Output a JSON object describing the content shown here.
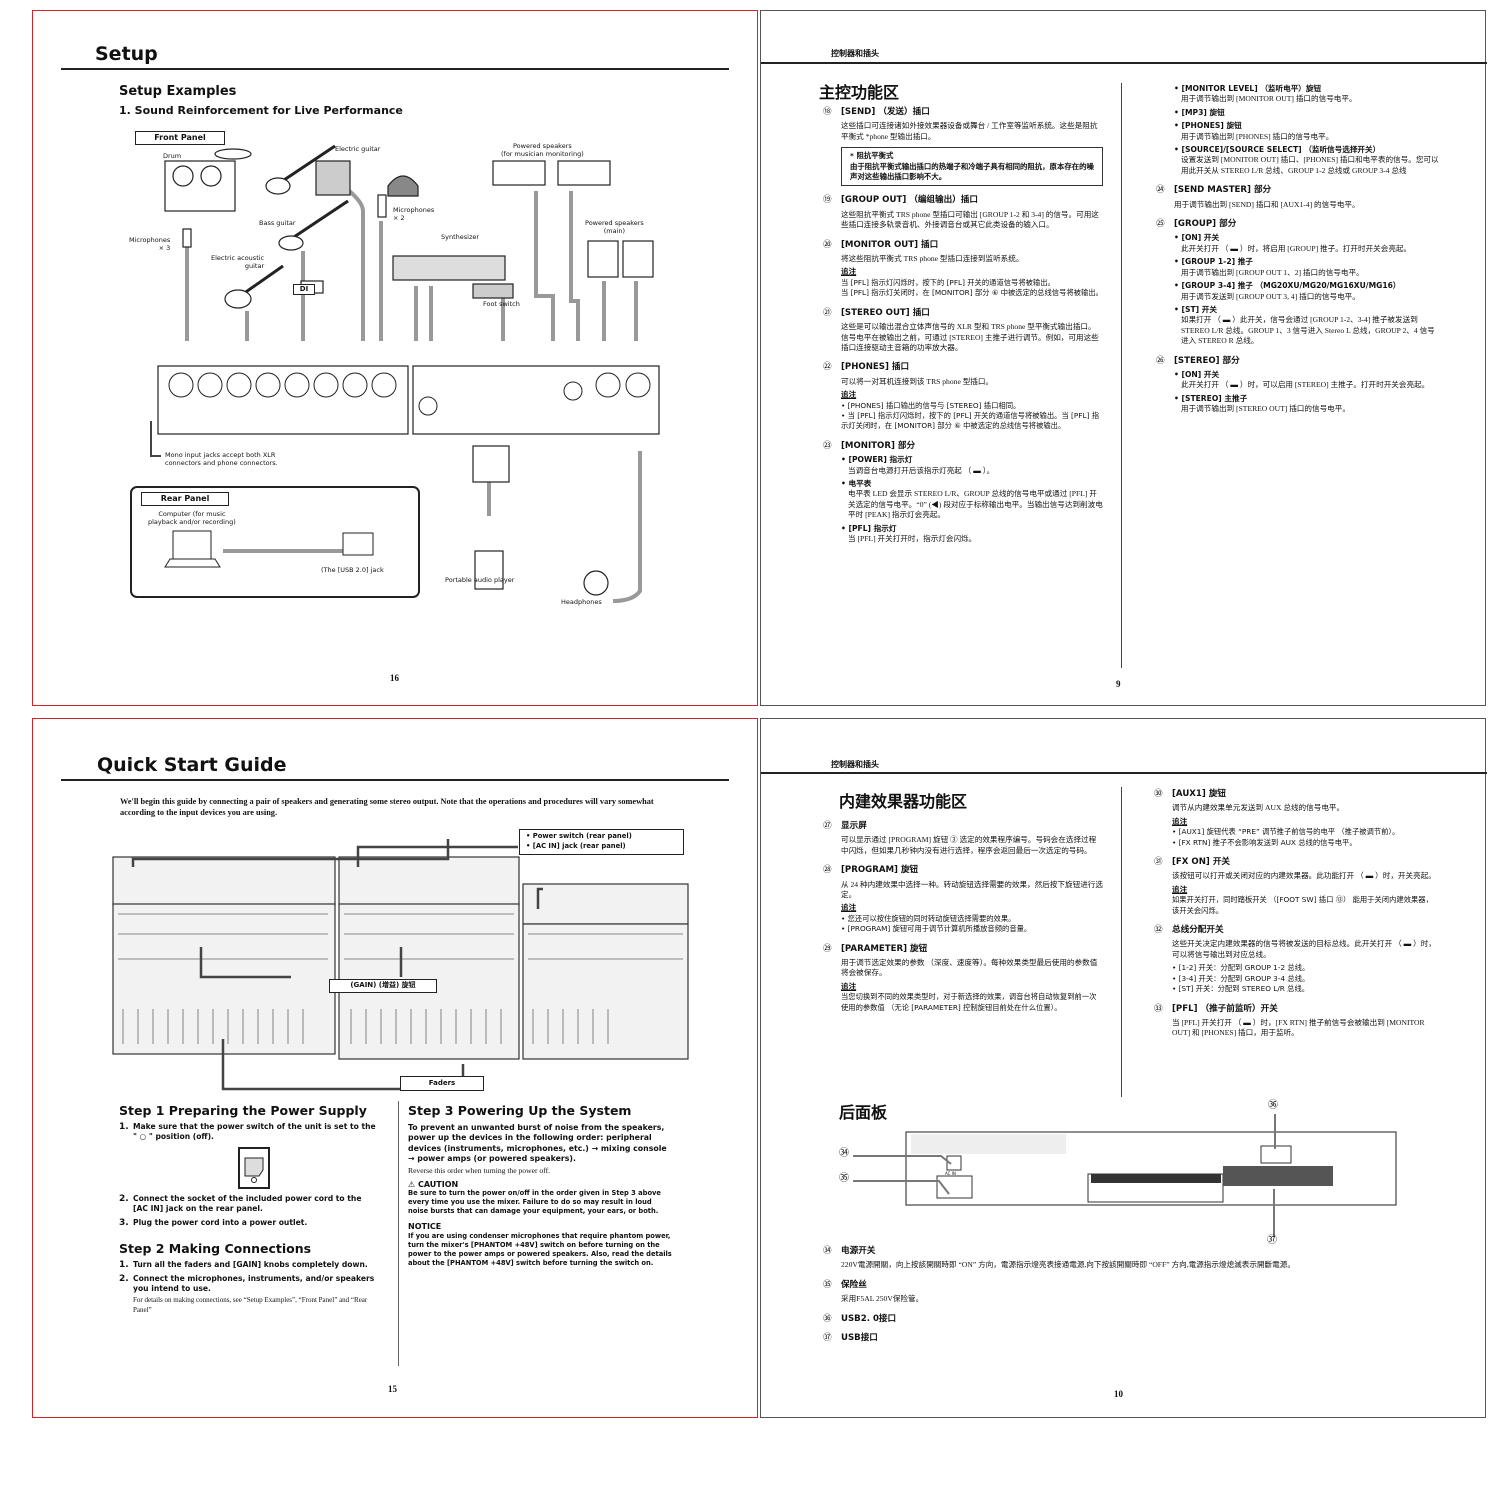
{
  "colors": {
    "page_border_left": "#d2232a",
    "page_border_right": "#555555"
  },
  "page16": {
    "header": "Setup",
    "subtitle": "Setup Examples",
    "example_title": "1. Sound Reinforcement for Live Performance",
    "front_panel": "Front Panel",
    "labels": {
      "drum": "Drum",
      "electric_guitar": "Electric guitar",
      "bass_guitar": "Bass guitar",
      "mics3": "Microphones\n× 3",
      "mics2": "Microphones\n× 2",
      "electric_acoustic": "Electric acoustic\nguitar",
      "di": "DI",
      "synth": "Synthesizer",
      "foot_switch": "Foot switch",
      "spk_monitor": "Powered speakers\n(for musician monitoring)",
      "spk_main": "Powered speakers\n(main)",
      "mono_note": "Mono input jacks accept both XLR\nconnectors and phone connectors.",
      "portable": "Portable audio player",
      "headphones": "Headphones"
    },
    "rear_panel": "Rear Panel",
    "computer": "Computer (for music\nplayback and/or recording)",
    "usb_jack": "(The [USB 2.0] jack",
    "page_number": "16"
  },
  "page9": {
    "header": "控制器和插头",
    "title": "主控功能区",
    "page_number": "9",
    "left": [
      {
        "num": "⑱",
        "title": "[SEND] （发送）插口",
        "blocks": [
          {
            "t": "p",
            "text": "这些插口可连接诸如外接效果器设备或舞台 / 工作室等监听系统。这些是阻抗平衡式 *phone 型输出插口。"
          },
          {
            "t": "box",
            "title": "* 阻抗平衡式",
            "text": "由于阻抗平衡式输出插口的热端子和冷端子具有相同的阻抗，原本存在的噪声对这些输出插口影响不大。"
          }
        ]
      },
      {
        "num": "⑲",
        "title": "[GROUP OUT] （编组输出）插口",
        "blocks": [
          {
            "t": "p",
            "text": "这些阻抗平衡式 TRS phone 型插口可输出 [GROUP 1-2 和 3-4] 的信号。可用这些插口连接多轨录音机、外接调音台或其它此类设备的输入口。"
          }
        ]
      },
      {
        "num": "⑳",
        "title": "[MONITOR OUT] 插口",
        "blocks": [
          {
            "t": "p",
            "text": "将这些阻抗平衡式 TRS phone 型插口连接到监听系统。"
          },
          {
            "t": "nl",
            "text": "追注"
          },
          {
            "t": "nt",
            "text": "当 [PFL] 指示灯闪烁时，按下的 [PFL] 开关的通道信号将被输出。"
          },
          {
            "t": "nt",
            "text": "当 [PFL] 指示灯关闭时，在 [MONITOR] 部分 ⑥ 中被选定的总线信号将被输出。"
          }
        ]
      },
      {
        "num": "㉑",
        "title": "[STEREO OUT] 插口",
        "blocks": [
          {
            "t": "p",
            "text": "这些是可以输出混合立体声信号的 XLR 型和 TRS phone 型平衡式输出插口。信号电平在被输出之前，可通过 [STEREO] 主推子进行调节。例如，可用这些插口连接驱动主音箱的功率放大器。"
          }
        ]
      },
      {
        "num": "㉒",
        "title": "[PHONES] 插口",
        "blocks": [
          {
            "t": "p",
            "text": "可以将一对耳机连接到该 TRS phone 型插口。"
          },
          {
            "t": "nl",
            "text": "追注"
          },
          {
            "t": "bb",
            "text": "[PHONES] 插口输出的信号与 [STEREO] 插口相同。"
          },
          {
            "t": "bb",
            "text": "当 [PFL] 指示灯闪烁时，按下的 [PFL] 开关的通道信号将被输出。当 [PFL] 指示灯关闭时，在 [MONITOR] 部分 ⑥ 中被选定的总线信号将被输出。"
          }
        ]
      },
      {
        "num": "㉓",
        "title": "[MONITOR] 部分",
        "blocks": [
          {
            "t": "bt",
            "text": "[POWER] 指示灯"
          },
          {
            "t": "p",
            "text": "当调音台电源打开后该指示灯亮起 （ ▬ ）。"
          },
          {
            "t": "bt",
            "text": "电平表"
          },
          {
            "t": "p",
            "text": "电平表 LED 会显示 STEREO L/R、GROUP 总线的信号电平或通过 [PFL] 开关选定的信号电平。“0” (◀) 段对应于标称输出电平。当输出信号达到削波电平时 [PEAK] 指示灯会亮起。"
          },
          {
            "t": "bt",
            "text": "[PFL] 指示灯"
          },
          {
            "t": "p",
            "text": "当 [PFL] 开关打开时，指示灯会闪烁。"
          }
        ]
      }
    ],
    "right": [
      {
        "num": "",
        "title": "",
        "blocks": [
          {
            "t": "bt",
            "text": "[MONITOR LEVEL] （监听电平）旋钮"
          },
          {
            "t": "p",
            "text": "用于调节输出到 [MONITOR OUT] 插口的信号电平。"
          },
          {
            "t": "bt",
            "text": "[MP3] 旋钮"
          },
          {
            "t": "bt",
            "text": "[PHONES] 旋钮"
          },
          {
            "t": "p",
            "text": "用于调节输出到 [PHONES] 插口的信号电平。"
          },
          {
            "t": "bt",
            "text": "[SOURCE]/[SOURCE SELECT] （监听信号选择开关）"
          },
          {
            "t": "p",
            "text": "设置发送到 [MONITOR OUT] 插口、[PHONES] 插口和电平表的信号。您可以用此开关从 STEREO L/R 总线、GROUP 1-2 总线或 GROUP 3-4 总线"
          }
        ]
      },
      {
        "num": "㉔",
        "title": "[SEND MASTER] 部分",
        "blocks": [
          {
            "t": "p",
            "text": "用于调节输出到 [SEND] 插口和 [AUX1-4] 的信号电平。"
          }
        ]
      },
      {
        "num": "㉕",
        "title": "[GROUP] 部分",
        "blocks": [
          {
            "t": "bt",
            "text": "[ON] 开关"
          },
          {
            "t": "p",
            "text": "此开关打开 （ ▬ ）时，将启用 [GROUP] 推子。打开时开关会亮起。"
          },
          {
            "t": "bt",
            "text": "[GROUP 1-2] 推子"
          },
          {
            "t": "p",
            "text": "用于调节输出到 [GROUP OUT 1、2] 插口的信号电平。"
          },
          {
            "t": "bt",
            "text": "[GROUP 3-4] 推子 （MG20XU/MG20/MG16XU/MG16）"
          },
          {
            "t": "p",
            "text": "用于调节发送到 [GROUP OUT 3, 4] 插口的信号电平。"
          },
          {
            "t": "bt",
            "text": "[ST] 开关"
          },
          {
            "t": "p",
            "text": "如果打开 （ ▬ ）此开关，信号会通过 [GROUP 1-2、3-4] 推子被发送到 STEREO L/R 总线。GROUP 1、3 信号进入 Stereo L 总线，GROUP 2、4 信号进入 STEREO R 总线。"
          }
        ]
      },
      {
        "num": "㉖",
        "title": "[STEREO] 部分",
        "blocks": [
          {
            "t": "bt",
            "text": "[ON] 开关"
          },
          {
            "t": "p",
            "text": "此开关打开 （ ▬ ）时，可以启用 [STEREO] 主推子。打开时开关会亮起。"
          },
          {
            "t": "bt",
            "text": "[STEREO] 主推子"
          },
          {
            "t": "p",
            "text": "用于调节输出到 [STEREO OUT] 插口的信号电平。"
          }
        ]
      }
    ]
  },
  "page15": {
    "header": "Quick Start Guide",
    "intro": "We'll begin this guide by connecting a pair of speakers and generating some stereo output. Note that the operations and procedures will vary somewhat according to the input devices you are using.",
    "callouts": {
      "power": "• Power switch (rear panel)",
      "acin": "• [AC IN] jack (rear panel)",
      "gain": "(GAIN) (增益) 旋钮",
      "faders": "Faders"
    },
    "step1": {
      "title": "Step 1  Preparing the Power Supply",
      "items": [
        "Make sure that the power switch of the unit is set to the \" ○ \" position (off).",
        "Connect the socket of the included power cord to the [AC IN] jack on the rear panel.",
        "Plug the power cord into a power outlet."
      ]
    },
    "step2": {
      "title": "Step 2  Making Connections",
      "items": [
        "Turn all the faders and [GAIN] knobs completely down.",
        "Connect the microphones, instruments, and/or speakers you intend to use."
      ],
      "detail": "For details on making connections, see “Setup Examples”, “Front Panel” and “Rear Panel”"
    },
    "step3": {
      "title": "Step 3  Powering Up the System",
      "body": "To prevent an unwanted burst of noise from the speakers, power up the devices in the following order: peripheral devices (instruments, microphones, etc.) → mixing console → power amps (or powered speakers).",
      "reverse": "Reverse this order when turning the power off.",
      "caution_title": "⚠ CAUTION",
      "caution": "Be sure to turn the power on/off in the order given in Step 3 above every time you use the mixer. Failure to do so may result in loud noise bursts that can damage your equipment, your ears, or both.",
      "notice_title": "NOTICE",
      "notice": "If you are using condenser microphones that require phantom power, turn the mixer's [PHANTOM +48V] switch on before turning on the power to the power amps or powered speakers. Also, read the details about the [PHANTOM +48V] switch before turning the switch on."
    },
    "page_number": "15"
  },
  "page10": {
    "header": "控制器和插头",
    "title": "内建效果器功能区",
    "left": [
      {
        "num": "㉗",
        "title": "显示屏",
        "blocks": [
          {
            "t": "p",
            "text": "可以显示通过 [PROGRAM] 旋钮 ③ 选定的效果程序编号。号码会在选择过程中闪烁，但如果几秒钟内没有进行选择，程序会返回最后一次选定的号码。"
          }
        ]
      },
      {
        "num": "㉘",
        "title": "[PROGRAM] 旋钮",
        "blocks": [
          {
            "t": "p",
            "text": "从 24 种内建效果中选择一种。转动旋钮选择需要的效果，然后按下旋钮进行选定。"
          },
          {
            "t": "nl",
            "text": "追注"
          },
          {
            "t": "bb",
            "text": "您还可以按住旋钮的同时转动旋钮选择需要的效果。"
          },
          {
            "t": "bb",
            "text": "[PROGRAM] 旋钮可用于调节计算机所播放音频的音量。"
          }
        ]
      },
      {
        "num": "㉙",
        "title": "[PARAMETER] 旋钮",
        "blocks": [
          {
            "t": "p",
            "text": "用于调节选定效果的参数 （深度、速度等）。每种效果类型最后使用的参数值将会被保存。"
          },
          {
            "t": "nl",
            "text": "追注"
          },
          {
            "t": "nt",
            "text": "当您切换到不同的效果类型时，对于新选择的效果，调音台将自动恢复到前一次使用的参数值 （无论 [PARAMETER] 控制旋钮目前处在什么位置）。"
          }
        ]
      }
    ],
    "right": [
      {
        "num": "㉚",
        "title": "[AUX1] 旋钮",
        "blocks": [
          {
            "t": "p",
            "text": "调节从内建效果单元发送到 AUX 总线的信号电平。"
          },
          {
            "t": "nl",
            "text": "追注"
          },
          {
            "t": "bb",
            "text": "[AUX1] 旋钮代表 “PRE” 调节推子前信号的电平 （推子被调节前）。"
          },
          {
            "t": "bb",
            "text": "[FX RTN] 推子不会影响发送到 AUX 总线的信号电平。"
          }
        ]
      },
      {
        "num": "㉛",
        "title": "[FX ON] 开关",
        "blocks": [
          {
            "t": "p",
            "text": "该按钮可以打开或关闭对应的内建效果器。此功能打开 （ ▬ ）时，开关亮起。"
          },
          {
            "t": "nl",
            "text": "追注"
          },
          {
            "t": "nt",
            "text": "如果开关打开，同时踏板开关 （[FOOT SW] 插口 ⑬） 能用于关闭内建效果器，该开关会闪烁。"
          }
        ]
      },
      {
        "num": "㉜",
        "title": "总线分配开关",
        "blocks": [
          {
            "t": "p",
            "text": "这些开关决定内建效果器的信号将被发送的目标总线。此开关打开 （ ▬ ）时，可以将信号输出到对应总线。"
          },
          {
            "t": "bb",
            "text": "[1-2] 开关：分配到 GROUP 1-2 总线。"
          },
          {
            "t": "bb",
            "text": "[3-4] 开关：分配到 GROUP 3-4 总线。"
          },
          {
            "t": "bb",
            "text": "[ST] 开关：分配到 STEREO L/R 总线。"
          }
        ]
      },
      {
        "num": "㉝",
        "title": "[PFL] （推子前监听）开关",
        "blocks": [
          {
            "t": "p",
            "text": "当 [PFL] 开关打开 （ ▬ ）时，[FX RTN] 推子前信号会被输出到 [MONITOR OUT] 和 [PHONES] 插口，用于监听。"
          }
        ]
      }
    ],
    "rear_title": "后面板",
    "rear_callouts": [
      "㉞",
      "㉟",
      "㊱",
      "㊲"
    ],
    "ac_in": "AC IN",
    "bottom": [
      {
        "num": "㉞",
        "title": "电源开关",
        "blocks": [
          {
            "t": "p",
            "text": "220V電源開關，向上按該開關時即 “ON” 方向，電源指示燈亮表接通電源,向下按該開關時即 “OFF” 方向,電源指示燈熄滅表示開斷電源。"
          }
        ]
      },
      {
        "num": "㉟",
        "title": "保险丝",
        "blocks": [
          {
            "t": "p",
            "text": "采用F5AL 250V保险管。"
          }
        ]
      },
      {
        "num": "㊱",
        "title": "USB2. 0接口",
        "blocks": []
      },
      {
        "num": "㊲",
        "title": "USB接口",
        "blocks": []
      }
    ],
    "page_number": "10"
  }
}
